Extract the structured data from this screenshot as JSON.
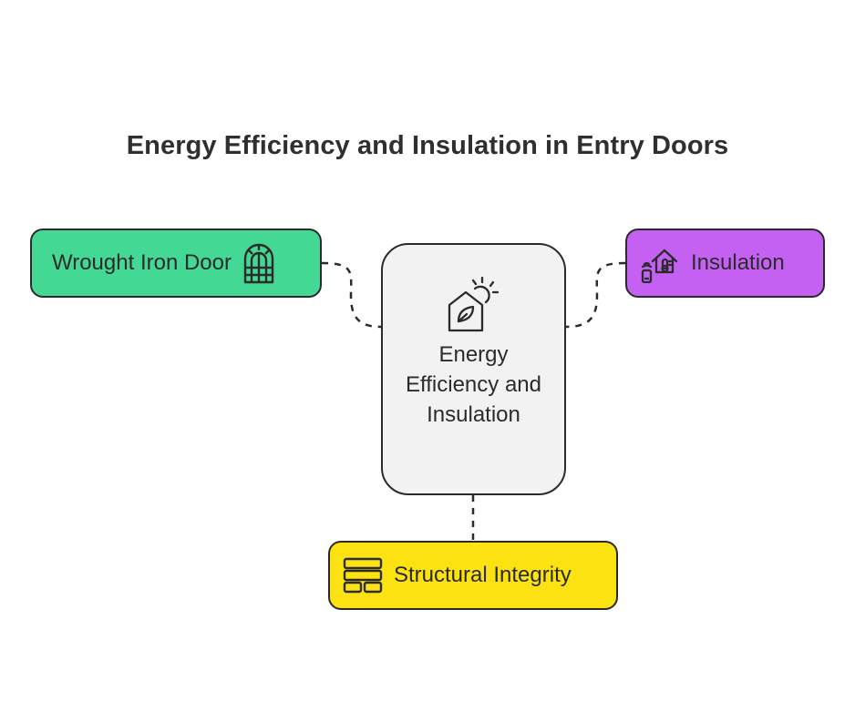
{
  "title": "Energy Efficiency and Insulation in Entry Doors",
  "center": {
    "label": "Energy Efficiency and Insulation",
    "icon": "eco-house-sun-icon",
    "color": "#f2f2f2"
  },
  "nodes": {
    "left": {
      "label": "Wrought Iron Door",
      "icon": "arched-door-icon",
      "color": "#43d893"
    },
    "right": {
      "label": "Insulation",
      "icon": "smart-home-thermostat-icon",
      "color": "#c460f2"
    },
    "bottom": {
      "label": "Structural Integrity",
      "icon": "layered-panel-icon",
      "color": "#fde212"
    }
  }
}
